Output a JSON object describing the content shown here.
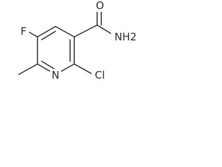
{
  "molecule": {
    "atoms": {
      "oxygen": "O",
      "amide_nitrogen": "NH2",
      "fluorine": "F",
      "ring_nitrogen": "N",
      "chlorine": "Cl"
    }
  }
}
